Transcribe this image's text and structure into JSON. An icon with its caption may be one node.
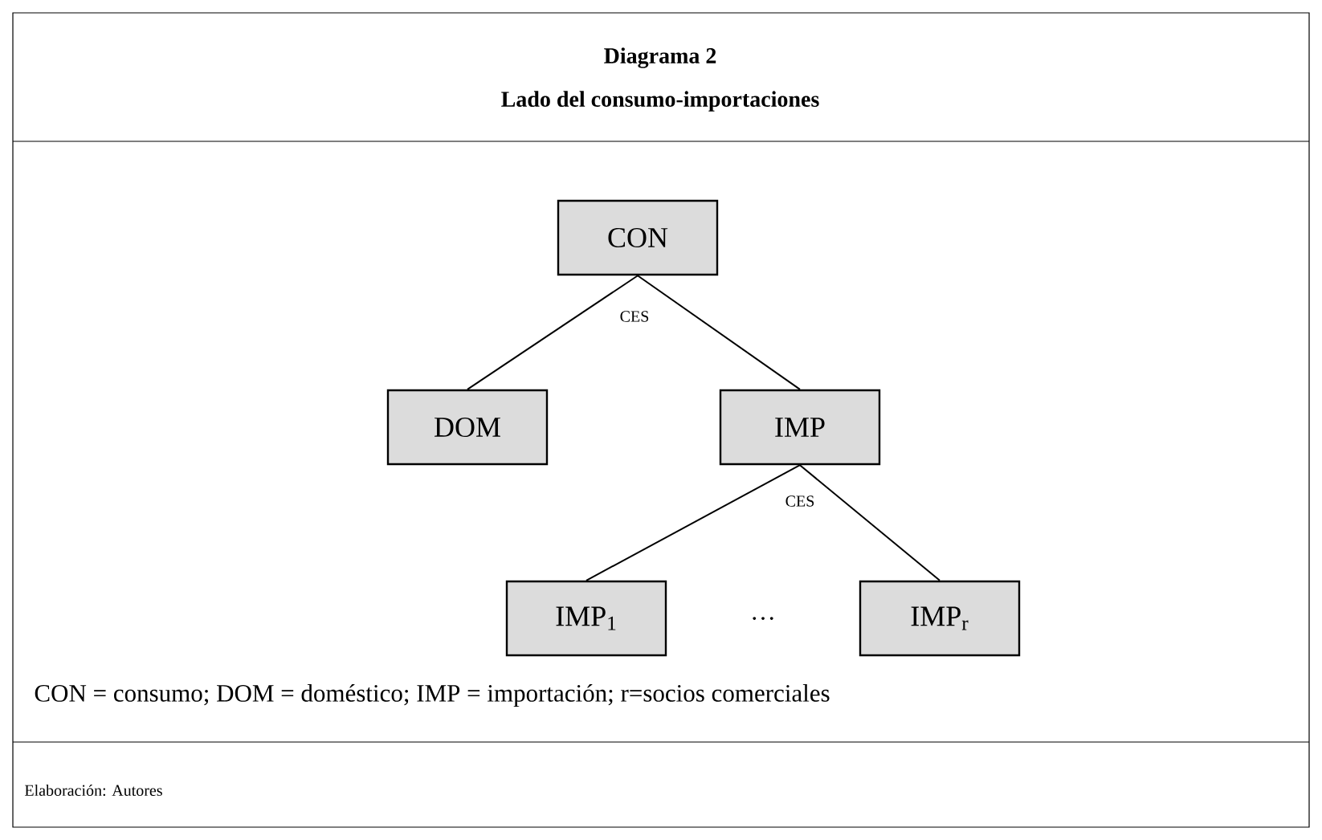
{
  "diagram": {
    "title": "Diagrama 2",
    "nodes": [
      {
        "text": [
          "CON"
        ]
      },
      {
        "text": [
          "DOM"
        ]
      },
      {
        "text": [
          "IMP"
        ]
      },
      {
        "text": [
          "IMP$_{1}$"
        ]
      },
      {
        "text": [
          "IMP$_{r}$"
        ]
      }
    ],
    "edges": [
      {
        "from": 0,
        "to": 1,
        "arrow": "none"
      },
      {
        "from": 0,
        "to": 2,
        "arrow": "none"
      },
      {
        "from": 2,
        "to": 3,
        "arrow": "none"
      },
      {
        "from": 2,
        "to": 4,
        "arrow": "none"
      }
    ],
    "labels": [
      "Lado del consumo-importaciones",
      "CES",
      "CES",
      "…",
      "CON = consumo; DOM = doméstico; IMP = importación; r=socios comerciales",
      "Elaboración: Autores"
    ]
  }
}
